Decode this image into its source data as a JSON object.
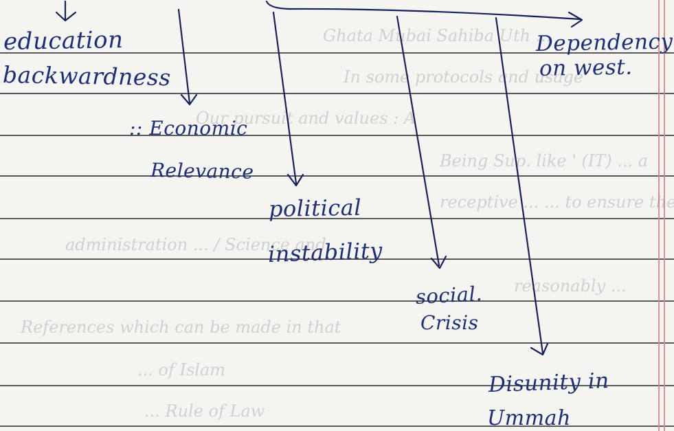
{
  "page": {
    "ghost_lines": [
      "Ghata Mubai Sahiba Uth ...",
      "In some protocols and usage",
      "Our pursuit and values : A",
      "Being Sup. like ' (IT) ... a",
      "receptive ... ... to ensure the",
      "administration ... / Science and",
      "reasonably ...",
      "References which can be made in that",
      "... of Islam",
      "... Rule of Law"
    ]
  },
  "notes": {
    "education_backwardness": [
      "education",
      "backwardness"
    ],
    "dependency_west": [
      "Dependency",
      "on west."
    ],
    "economic_relevance": [
      ":: Economic",
      "Relevance"
    ],
    "political_instability": [
      "political",
      "instability"
    ],
    "social_crisis": [
      "social.",
      "Crisis"
    ],
    "disunity_ummah": [
      "Disunity in",
      "Ummah"
    ]
  }
}
